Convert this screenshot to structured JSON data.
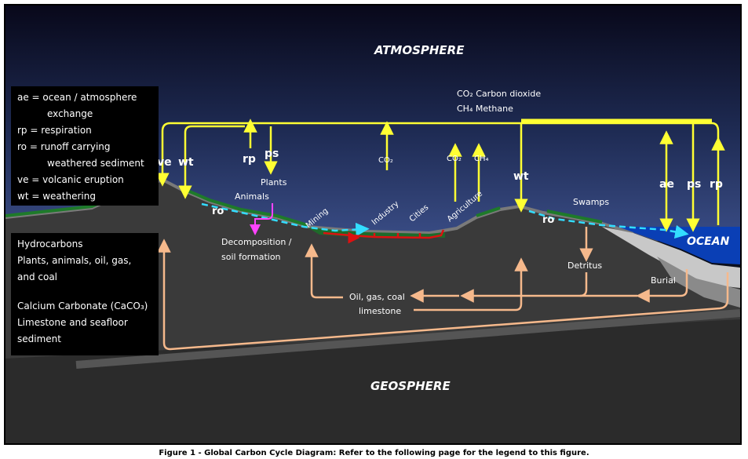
{
  "labels": {
    "atmosphere": "ATMOSPHERE",
    "geosphere": "GEOSPHERE",
    "ocean": "OCEAN",
    "co2_def": "CO₂  Carbon dioxide",
    "ch4_def": "CH₄  Methane",
    "ve": "ve",
    "wt_left": "wt",
    "rp_mid": "rp",
    "ps_mid": "ps",
    "plants": "Plants",
    "animals": "Animals",
    "co2_industry": "CO₂",
    "co2_agri": "CO₂",
    "ch4_agri": "CH₄",
    "wt_mid": "wt",
    "ae": "ae",
    "ps_right": "ps",
    "rp_right": "rp",
    "ro_left": "ro",
    "ro_right": "ro",
    "mining": "Mining",
    "industry": "Industry",
    "cities": "Cities",
    "agriculture": "Agriculture",
    "swamps": "Swamps",
    "decomposition_1": "Decomposition /",
    "decomposition_2": "soil formation",
    "detritus": "Detritus",
    "burial": "Burial",
    "oil_gas_coal": "Oil, gas, coal",
    "limestone": "limestone"
  },
  "legend_abbrev": [
    "ae = ocean / atmosphere",
    "exchange",
    "rp = respiration",
    "ro = runoff carrying",
    "weathered sediment",
    "ve = volcanic eruption",
    "wt = weathering"
  ],
  "legend_reservoirs": [
    "Hydrocarbons",
    "Plants, animals, oil, gas,",
    "and coal",
    "Calcium Carbonate (CaCO₃)",
    "Limestone and seafloor",
    "sediment"
  ],
  "caption": "Figure 1 - Global Carbon Cycle Diagram:  Refer to the following page for the legend to this figure.",
  "colors": {
    "flux_atmosphere": "#ffff33",
    "flux_geosphere": "#f6b98c",
    "runoff": "#33ddff",
    "human_emission": "#dd1111",
    "decomposition": "#ff44ff",
    "ocean": "#0a3fb5",
    "vegetation": "#1e7a2a"
  }
}
